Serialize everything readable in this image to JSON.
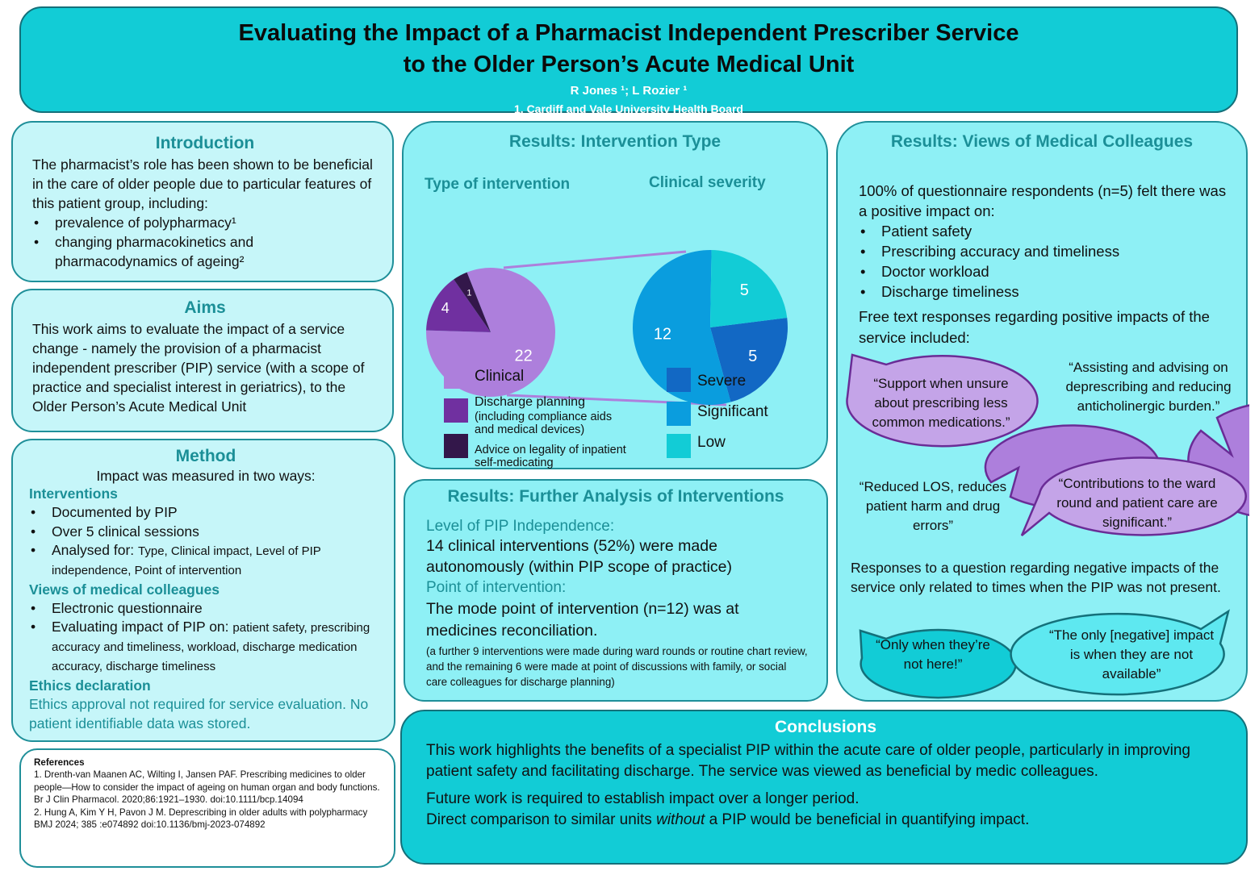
{
  "header": {
    "title_line1": "Evaluating the Impact of a Pharmacist Independent Prescriber Service",
    "title_line2": "to the Older Person’s Acute Medical Unit",
    "authors": "R Jones ¹; L Rozier ¹",
    "affiliation": "1. Cardiff and Vale University Health Board"
  },
  "intro": {
    "heading": "Introduction",
    "text": "The pharmacist’s role has been shown to be beneficial in the care of older people due to particular features of this patient group, including:",
    "bullets": [
      "prevalence of polypharmacy¹",
      "changing pharmacokinetics and pharmacodynamics of ageing²"
    ]
  },
  "aims": {
    "heading": "Aims",
    "text": "This work aims to evaluate the impact of a service change - namely the provision of a pharmacist independent prescriber (PIP) service (with a scope of practice and specialist interest in geriatrics), to the Older Person’s Acute Medical Unit"
  },
  "method": {
    "heading": "Method",
    "lead": "Impact was measured in two ways:",
    "interventions_heading": "Interventions",
    "interventions": [
      "Documented by PIP",
      "Over 5 clinical sessions"
    ],
    "analysed_prefix": "Analysed for:",
    "analysed_items": "Type, Clinical impact, Level of PIP independence, Point of intervention",
    "views_heading": "Views of medical colleagues",
    "views_item1": "Electronic questionnaire",
    "views_prefix": "Evaluating impact of PIP on:",
    "views_items": "patient safety, prescribing accuracy and timeliness, workload, discharge medication accuracy, discharge timeliness",
    "ethics_heading": "Ethics declaration",
    "ethics_text": "Ethics approval not required for service evaluation. No patient identifiable data was stored."
  },
  "references": {
    "heading": "References",
    "ref1": "1. Drenth-van Maanen AC, Wilting I, Jansen PAF. Prescribing medicines to older people—How to consider the impact of ageing on human organ and body functions. Br J   Clin Pharmacol. 2020;86:1921–1930. doi:10.1111/bcp.14094",
    "ref2": "2. Hung A, Kim Y H, Pavon J M. Deprescribing in older adults with polypharmacy BMJ 2024; 385 :e074892 doi:10.1136/bmj-2023-074892"
  },
  "results_type": {
    "heading": "Results: Intervention Type",
    "left_label": "Type of intervention",
    "right_label": "Clinical severity",
    "legend_left": [
      {
        "label": "Clinical",
        "color": "#ad7fdc"
      },
      {
        "label": "Discharge planning",
        "sub": "(including compliance aids and medical devices)",
        "color": "#7030a0"
      },
      {
        "label": "Advice on legality of inpatient self-medicating",
        "color": "#33174a"
      }
    ],
    "legend_right": [
      {
        "label": "Severe",
        "color": "#1268c4"
      },
      {
        "label": "Significant",
        "color": "#0a9dde"
      },
      {
        "label": "Low",
        "color": "#12ccd6"
      }
    ]
  },
  "chart_data": [
    {
      "type": "pie",
      "title": "Type of intervention",
      "categories": [
        "Clinical",
        "Discharge planning",
        "Advice on legality of inpatient self-medicating"
      ],
      "values": [
        22,
        4,
        1
      ],
      "colors": [
        "#ad7fdc",
        "#7030a0",
        "#33174a"
      ]
    },
    {
      "type": "pie",
      "title": "Clinical severity",
      "categories": [
        "Severe",
        "Significant",
        "Low"
      ],
      "values": [
        5,
        12,
        5
      ],
      "colors": [
        "#1268c4",
        "#0a9dde",
        "#12ccd6"
      ]
    }
  ],
  "further": {
    "heading": "Results: Further Analysis of Interventions",
    "independence_label": "Level of PIP Independence:",
    "independence_text": "14 clinical interventions (52%) were made autonomously (within PIP scope of practice)",
    "point_label": "Point of intervention:",
    "point_text": "The mode point of intervention (n=12) was at medicines reconciliation.",
    "point_note": "(a further 9 interventions were made during ward rounds or routine chart review, and the remaining 6 were made at point of discussions with family, or social care colleagues for discharge planning)"
  },
  "views": {
    "heading": "Results: Views of Medical Colleagues",
    "lead": "100% of questionnaire respondents (n=5) felt there was a positive impact on:",
    "bullets": [
      "Patient safety",
      "Prescribing accuracy and timeliness",
      "Doctor workload",
      "Discharge timeliness"
    ],
    "free_text": "Free text responses regarding positive impacts of the service included:",
    "quotes_positive": [
      "“Support when unsure about prescribing less common medications.”",
      "“Assisting and advising on deprescribing and reducing anticholinergic burden.”",
      "“Reduced LOS, reduces patient harm and drug errors”",
      "“Contributions to the ward round and patient care are significant.”"
    ],
    "negative_text": "Responses to a question regarding negative impacts of the service only related to times when the PIP was not present.",
    "quotes_negative": [
      "“Only when they’re not here!”",
      "“The only [negative] impact is when they are not available”"
    ]
  },
  "conclusions": {
    "heading": "Conclusions",
    "para1": "This work highlights the benefits of a specialist PIP within the acute care of older people, particularly in improving patient safety and facilitating discharge. The service was viewed as beneficial by medic colleagues.",
    "para2": "Future work is required to establish impact over a longer period.",
    "para3_a": "Direct comparison to similar units",
    "para3_em": "without",
    "para3_b": "a PIP would be beneficial in quantifying impact."
  }
}
